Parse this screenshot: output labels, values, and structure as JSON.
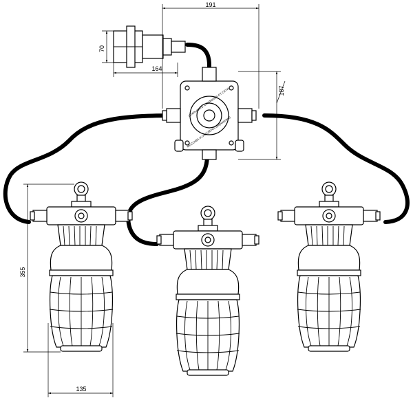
{
  "dimensions": {
    "total_width": "191",
    "plug_height": "70",
    "plug_length": "164",
    "box_height": "187",
    "lamp_height": "355",
    "lamp_width": "135"
  },
  "junction_box": {
    "label_top": "ОТКРЫВАТЬ, ОТКЛЮЧИВ ОТ СЕТИ",
    "label_bottom": "МОССКВА И ОАО(ЛЕНЭ) (маркировка)"
  },
  "lamps": [
    {
      "id": "left"
    },
    {
      "id": "center"
    },
    {
      "id": "right"
    }
  ]
}
